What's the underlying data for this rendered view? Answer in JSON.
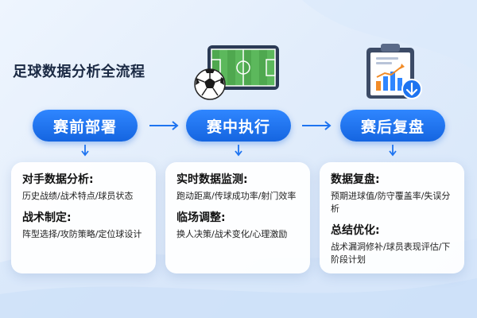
{
  "title": "足球数据分析全流程",
  "colors": {
    "accent": "#1e74f0",
    "pill_top": "#2f86ff",
    "pill_bottom": "#1565e0",
    "text_dark": "#1b2a44",
    "card_bg": "#ffffff",
    "pitch_green": "#4caf50"
  },
  "icons": {
    "stage1": "soccer-field-board-with-ball-icon",
    "stage3": "clipboard-chart-download-icon",
    "arrow": "arrow-right-icon",
    "arrow_down": "arrow-down-icon"
  },
  "stages": [
    {
      "label": "赛前部署",
      "sections": [
        {
          "title": "对手数据分析:",
          "text": "历史战绩/战术特点/球员状态"
        },
        {
          "title": "战术制定:",
          "text": "阵型选择/攻防策略/定位球设计"
        }
      ]
    },
    {
      "label": "赛中执行",
      "sections": [
        {
          "title": "实时数据监测:",
          "text": "跑动距离/传球成功率/射门效率"
        },
        {
          "title": "临场调整:",
          "text": "换人决策/战术变化/心理激励"
        }
      ]
    },
    {
      "label": "赛后复盘",
      "sections": [
        {
          "title": "数据复盘:",
          "text": "预期进球值/防守覆盖率/失误分析"
        },
        {
          "title": "总结优化:",
          "text": "战术漏洞修补/球员表现评估/下阶段计划"
        }
      ]
    }
  ]
}
